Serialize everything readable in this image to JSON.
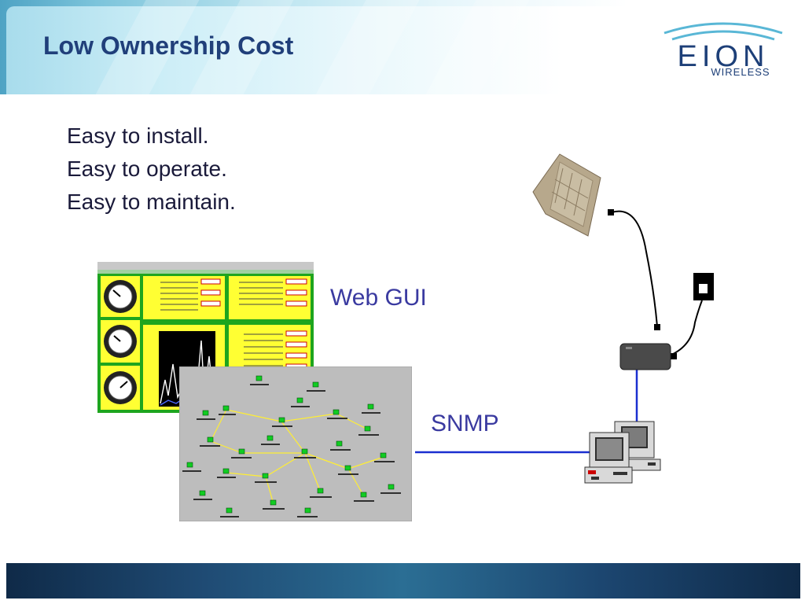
{
  "slide": {
    "title": "Low Ownership Cost",
    "bullets": [
      "Easy to install.",
      "Easy to operate.",
      "Easy to maintain."
    ],
    "labels": {
      "web_gui": "Web GUI",
      "snmp": "SNMP"
    },
    "logo": {
      "wordmark": "EION",
      "sub": "WIRELESS"
    }
  },
  "colors": {
    "title": "#203f7a",
    "label": "#3a3aa0",
    "link_line": "#1a2fd0",
    "panel_yellow": "#ffff33",
    "panel_green": "#1ea51e"
  }
}
